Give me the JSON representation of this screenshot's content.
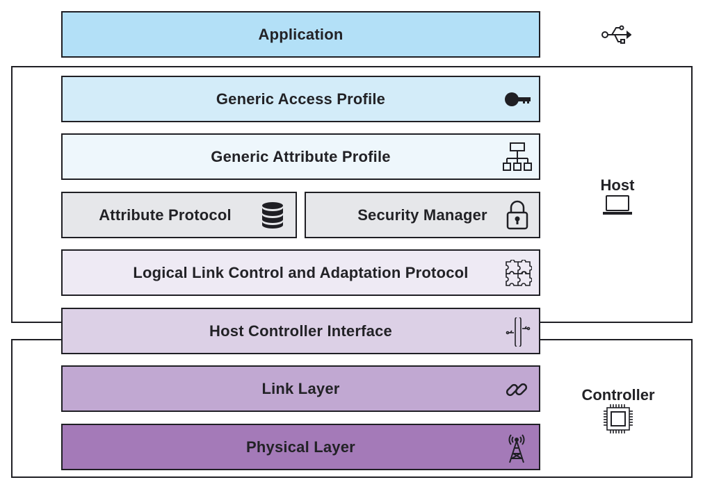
{
  "layers": {
    "application": {
      "label": "Application",
      "color": "#b3e0f7",
      "icon": "usb-icon"
    },
    "gap": {
      "label": "Generic Access Profile",
      "color": "#d3ecf9",
      "icon": "key-icon"
    },
    "gatt": {
      "label": "Generic Attribute Profile",
      "color": "#eef7fc",
      "icon": "hierarchy-icon"
    },
    "att": {
      "label": "Attribute Protocol",
      "color": "#e6e7ea",
      "icon": "database-icon"
    },
    "sm": {
      "label": "Security Manager",
      "color": "#e6e7ea",
      "icon": "lock-icon"
    },
    "l2cap": {
      "label": "Logical Link Control and Adaptation Protocol",
      "color": "#eeeaf4",
      "icon": "puzzle-icon"
    },
    "hci": {
      "label": "Host Controller Interface",
      "color": "#dcd0e6",
      "icon": "cable-icon"
    },
    "ll": {
      "label": "Link Layer",
      "color": "#c1a8d2",
      "icon": "link-icon"
    },
    "phy": {
      "label": "Physical Layer",
      "color": "#a47ab8",
      "icon": "antenna-icon"
    }
  },
  "groups": {
    "host": {
      "label": "Host",
      "icon": "laptop-icon"
    },
    "controller": {
      "label": "Controller",
      "icon": "chip-icon"
    }
  }
}
